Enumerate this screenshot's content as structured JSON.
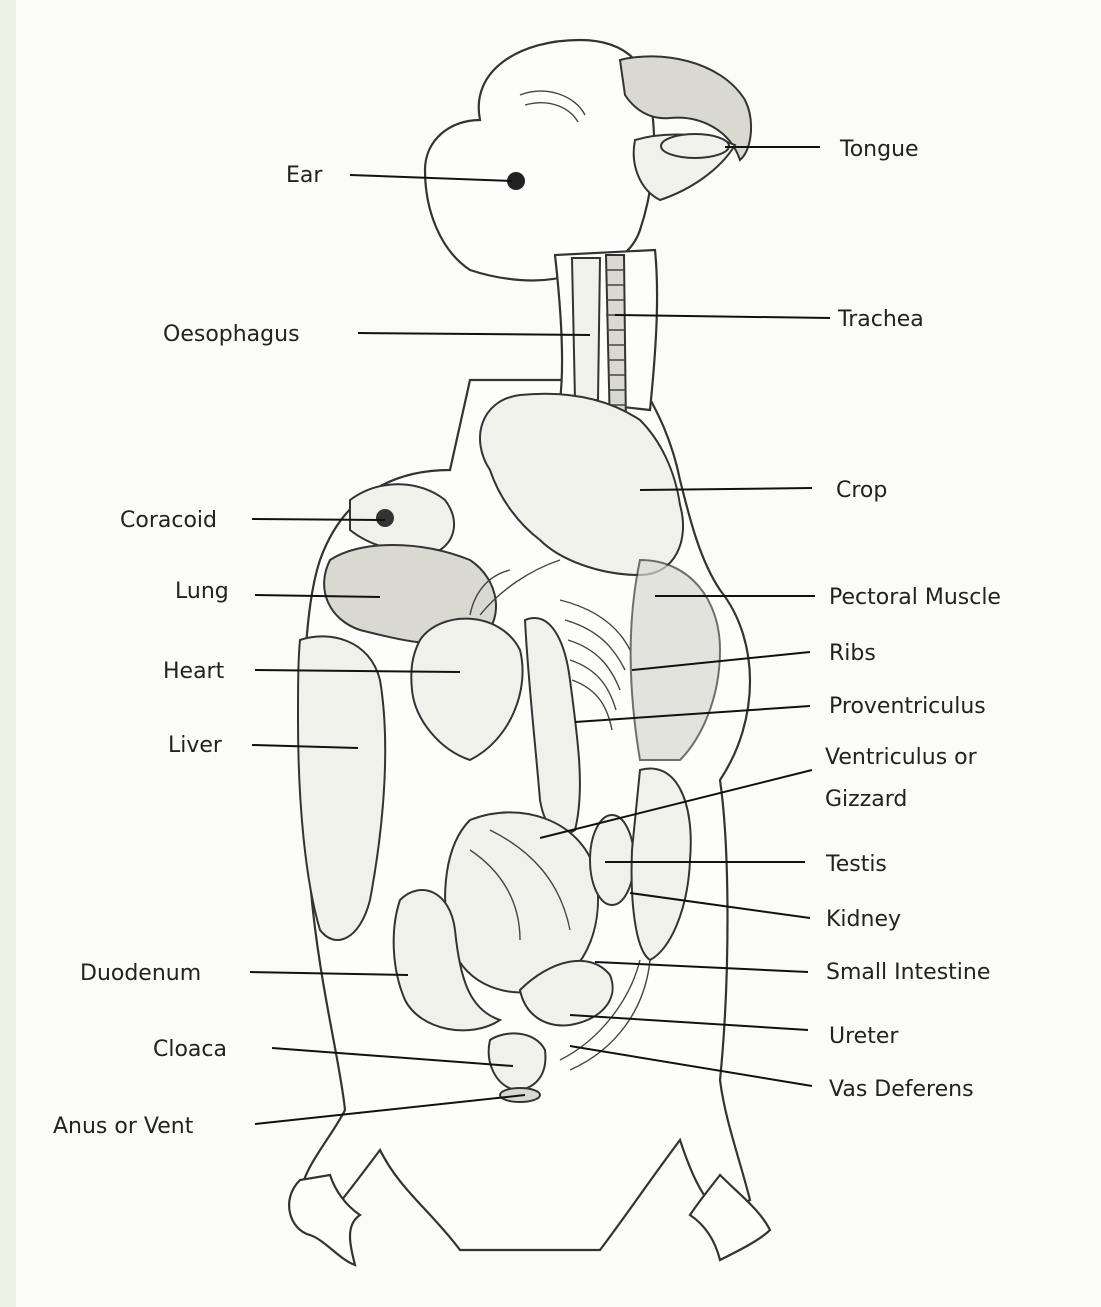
{
  "labels": {
    "ear": "Ear",
    "tongue": "Tongue",
    "oesophagus": "Oesophagus",
    "trachea": "Trachea",
    "crop": "Crop",
    "coracoid": "Coracoid",
    "lung": "Lung",
    "pectoral_muscle": "Pectoral Muscle",
    "ribs": "Ribs",
    "heart": "Heart",
    "proventriculus": "Proventriculus",
    "liver": "Liver",
    "ventriculus_line1": "Ventriculus or",
    "ventriculus_line2": "Gizzard",
    "testis": "Testis",
    "kidney": "Kidney",
    "duodenum": "Duodenum",
    "small_intestine": "Small Intestine",
    "ureter": "Ureter",
    "cloaca": "Cloaca",
    "vas_deferens": "Vas Deferens",
    "anus_or_vent": "Anus or Vent"
  }
}
